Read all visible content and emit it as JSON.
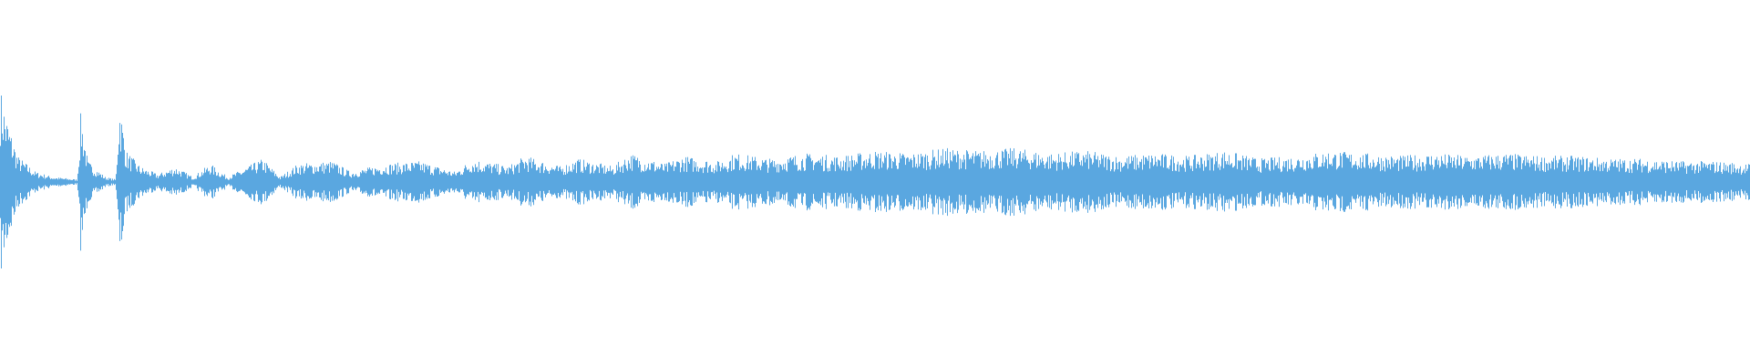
{
  "waveform": {
    "color": "#5aa7e0",
    "background": "#ffffff",
    "envelope": [
      [
        0.0,
        0.18
      ],
      [
        0.004,
        0.12
      ],
      [
        0.01,
        0.05
      ],
      [
        0.02,
        0.02
      ],
      [
        0.03,
        0.01
      ],
      [
        0.044,
        0.005
      ],
      [
        0.046,
        0.14
      ],
      [
        0.05,
        0.04
      ],
      [
        0.06,
        0.01
      ],
      [
        0.066,
        0.005
      ],
      [
        0.068,
        0.16
      ],
      [
        0.072,
        0.06
      ],
      [
        0.08,
        0.03
      ],
      [
        0.09,
        0.015
      ],
      [
        0.1,
        0.03
      ],
      [
        0.11,
        0.01
      ],
      [
        0.12,
        0.035
      ],
      [
        0.13,
        0.01
      ],
      [
        0.15,
        0.045
      ],
      [
        0.16,
        0.01
      ],
      [
        0.17,
        0.035
      ],
      [
        0.19,
        0.04
      ],
      [
        0.2,
        0.02
      ],
      [
        0.22,
        0.035
      ],
      [
        0.24,
        0.04
      ],
      [
        0.26,
        0.02
      ],
      [
        0.27,
        0.045
      ],
      [
        0.29,
        0.03
      ],
      [
        0.3,
        0.05
      ],
      [
        0.32,
        0.03
      ],
      [
        0.33,
        0.045
      ],
      [
        0.35,
        0.03
      ],
      [
        0.36,
        0.055
      ],
      [
        0.38,
        0.035
      ],
      [
        0.39,
        0.05
      ],
      [
        0.41,
        0.04
      ],
      [
        0.42,
        0.055
      ],
      [
        0.44,
        0.045
      ],
      [
        0.46,
        0.055
      ],
      [
        0.48,
        0.05
      ],
      [
        0.5,
        0.06
      ],
      [
        0.52,
        0.055
      ],
      [
        0.54,
        0.065
      ],
      [
        0.56,
        0.06
      ],
      [
        0.58,
        0.065
      ],
      [
        0.6,
        0.055
      ],
      [
        0.62,
        0.06
      ],
      [
        0.64,
        0.05
      ],
      [
        0.66,
        0.055
      ],
      [
        0.68,
        0.05
      ],
      [
        0.7,
        0.06
      ],
      [
        0.72,
        0.045
      ],
      [
        0.74,
        0.05
      ],
      [
        0.76,
        0.06
      ],
      [
        0.78,
        0.055
      ],
      [
        0.8,
        0.05
      ],
      [
        0.82,
        0.055
      ],
      [
        0.84,
        0.05
      ],
      [
        0.86,
        0.055
      ],
      [
        0.88,
        0.05
      ],
      [
        0.9,
        0.05
      ],
      [
        0.92,
        0.045
      ],
      [
        0.94,
        0.045
      ],
      [
        0.96,
        0.04
      ],
      [
        0.98,
        0.04
      ],
      [
        1.0,
        0.035
      ]
    ]
  }
}
